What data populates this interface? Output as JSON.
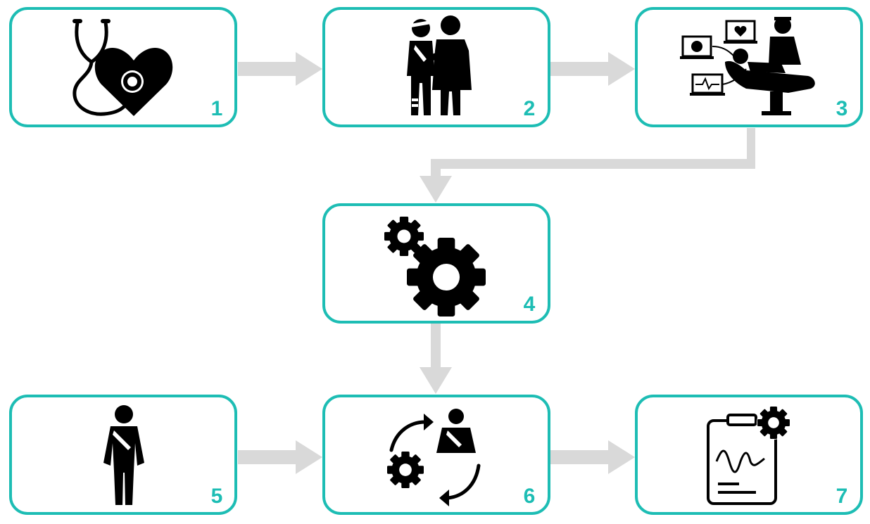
{
  "colors": {
    "border": "#1dbdb4",
    "arrow": "#d9d9d9",
    "icon": "#000000",
    "background": "#ffffff"
  },
  "steps": [
    {
      "number": "1",
      "icon": "stethoscope-heart-icon"
    },
    {
      "number": "2",
      "icon": "injured-patients-icon"
    },
    {
      "number": "3",
      "icon": "patient-monitoring-icon"
    },
    {
      "number": "4",
      "icon": "gears-icon"
    },
    {
      "number": "5",
      "icon": "patient-with-sling-icon"
    },
    {
      "number": "6",
      "icon": "patient-processing-cycle-icon"
    },
    {
      "number": "7",
      "icon": "clipboard-report-icon"
    }
  ]
}
